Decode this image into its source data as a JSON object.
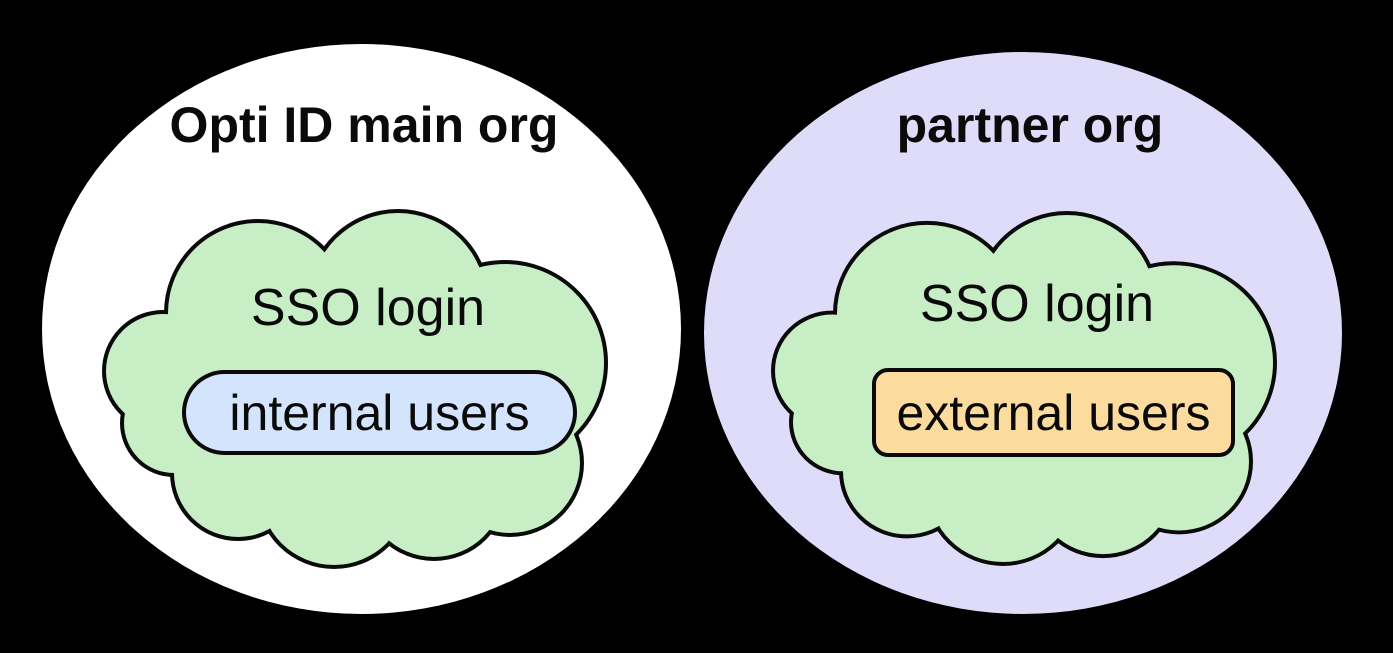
{
  "canvas": {
    "background": "#000000",
    "outline_color": "#0a0a0a"
  },
  "left_org": {
    "title": "Opti ID main org",
    "fill": "#ffffff",
    "cloud": {
      "label": "SSO login",
      "fill": "#c8eec6"
    },
    "users_box": {
      "label": "internal users",
      "fill": "#d4e4fc",
      "shape": "pill"
    }
  },
  "right_org": {
    "title": "partner org",
    "fill": "#dedcf8",
    "cloud": {
      "label": "SSO login",
      "fill": "#c8eec6"
    },
    "users_box": {
      "label": "external users",
      "fill": "#fbdc9e",
      "shape": "rounded-rectangle"
    }
  }
}
